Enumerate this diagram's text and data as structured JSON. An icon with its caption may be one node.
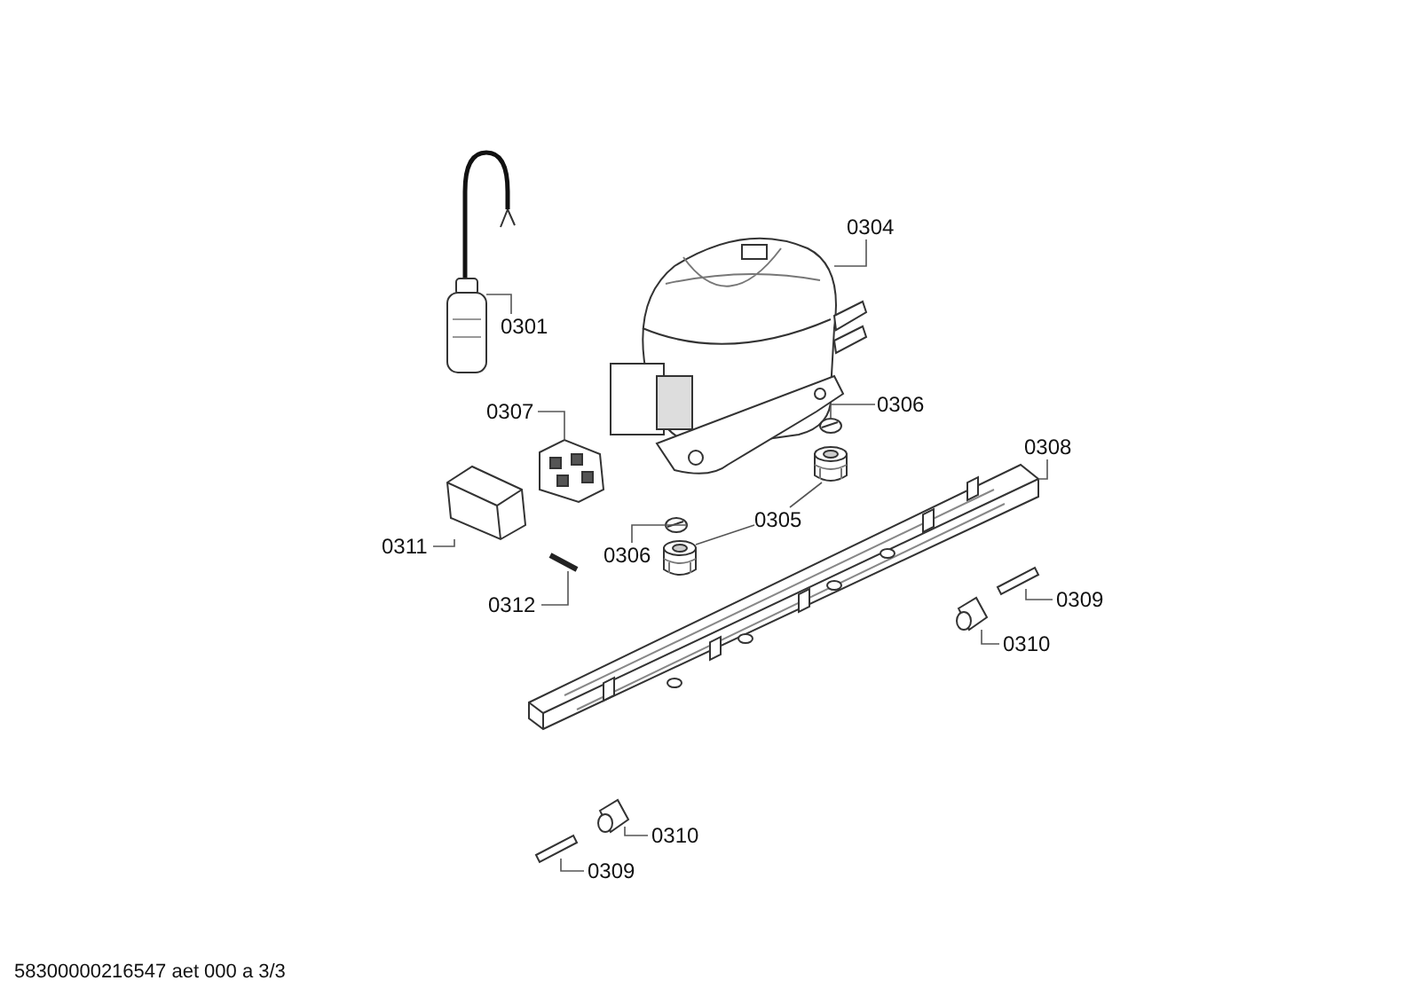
{
  "diagram": {
    "nodes": [
      {
        "text": [
          "0301"
        ]
      },
      {
        "text": [],
        "shape": "picture"
      },
      {
        "text": [
          "0304"
        ]
      },
      {
        "text": [],
        "shape": "picture"
      },
      {
        "text": [
          "0306"
        ]
      },
      {
        "text": [],
        "shape": "picture"
      },
      {
        "text": [
          "0307"
        ]
      },
      {
        "text": [],
        "shape": "picture"
      },
      {
        "text": [
          "0308"
        ]
      },
      {
        "text": [],
        "shape": "picture"
      },
      {
        "text": [
          "0305"
        ]
      },
      {
        "text": [],
        "shape": "picture"
      },
      {
        "text": [],
        "shape": "picture"
      },
      {
        "text": [
          "0311"
        ]
      },
      {
        "text": [],
        "shape": "picture"
      },
      {
        "text": [
          "0306"
        ]
      },
      {
        "text": [],
        "shape": "picture"
      },
      {
        "text": [
          "0312"
        ]
      },
      {
        "text": [],
        "shape": "picture"
      },
      {
        "text": [
          "0309"
        ]
      },
      {
        "text": [],
        "shape": "picture"
      },
      {
        "text": [
          "0310"
        ]
      },
      {
        "text": [],
        "shape": "picture"
      },
      {
        "text": [
          "0310"
        ]
      },
      {
        "text": [],
        "shape": "picture"
      },
      {
        "text": [
          "0309"
        ]
      },
      {
        "text": [],
        "shape": "picture"
      }
    ],
    "edges": [
      {
        "from": 0,
        "to": 1,
        "arrow": "none"
      },
      {
        "from": 2,
        "to": 3,
        "arrow": "none"
      },
      {
        "from": 4,
        "to": 5,
        "arrow": "none"
      },
      {
        "from": 6,
        "to": 7,
        "arrow": "none"
      },
      {
        "from": 8,
        "to": 9,
        "arrow": "none"
      },
      {
        "from": 10,
        "to": 11,
        "arrow": "none"
      },
      {
        "from": 10,
        "to": 12,
        "arrow": "none"
      },
      {
        "from": 13,
        "to": 14,
        "arrow": "none"
      },
      {
        "from": 15,
        "to": 16,
        "arrow": "none"
      },
      {
        "from": 17,
        "to": 18,
        "arrow": "none"
      },
      {
        "from": 19,
        "to": 20,
        "arrow": "none"
      },
      {
        "from": 21,
        "to": 22,
        "arrow": "none"
      },
      {
        "from": 23,
        "to": 24,
        "arrow": "none"
      },
      {
        "from": 25,
        "to": 26,
        "arrow": "none"
      }
    ],
    "labels": [
      "58300000216547 aet 000 a 3/3"
    ]
  }
}
